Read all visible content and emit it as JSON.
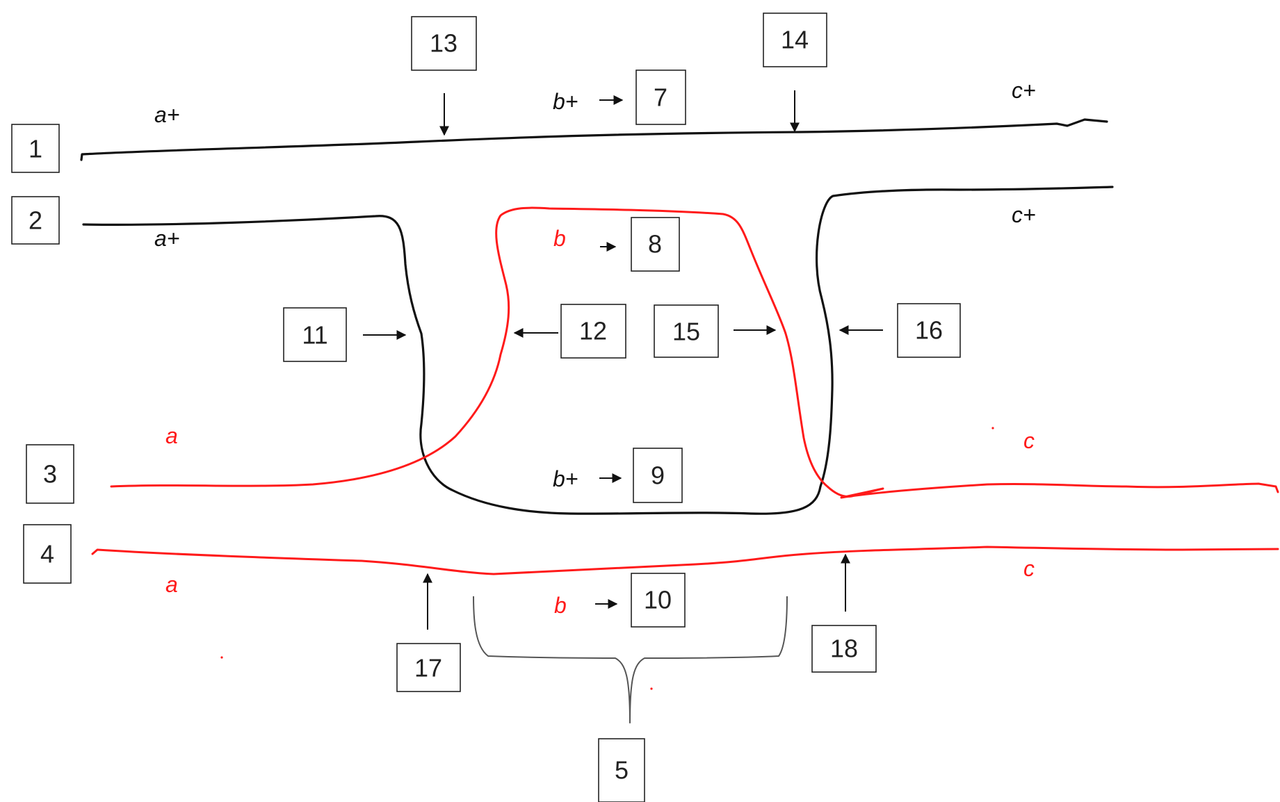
{
  "colors": {
    "strand_black": "#111111",
    "strand_red": "#ff1a1a"
  },
  "boxes": {
    "b1": "1",
    "b2": "2",
    "b3": "3",
    "b4": "4",
    "b5": "5",
    "b7": "7",
    "b8": "8",
    "b9": "9",
    "b10": "10",
    "b11": "11",
    "b12": "12",
    "b13": "13",
    "b14": "14",
    "b15": "15",
    "b16": "16",
    "b17": "17",
    "b18": "18"
  },
  "alleles": {
    "strand1_left": "a+",
    "strand1_mid": "b+",
    "strand1_right": "c+",
    "strand2_left": "a+",
    "strand2_right": "c+",
    "loop_red": "b",
    "loop_black": "b+",
    "strand3_left": "a",
    "strand3_right": "c",
    "strand4_left": "a",
    "strand4_mid": "b",
    "strand4_right": "c"
  }
}
